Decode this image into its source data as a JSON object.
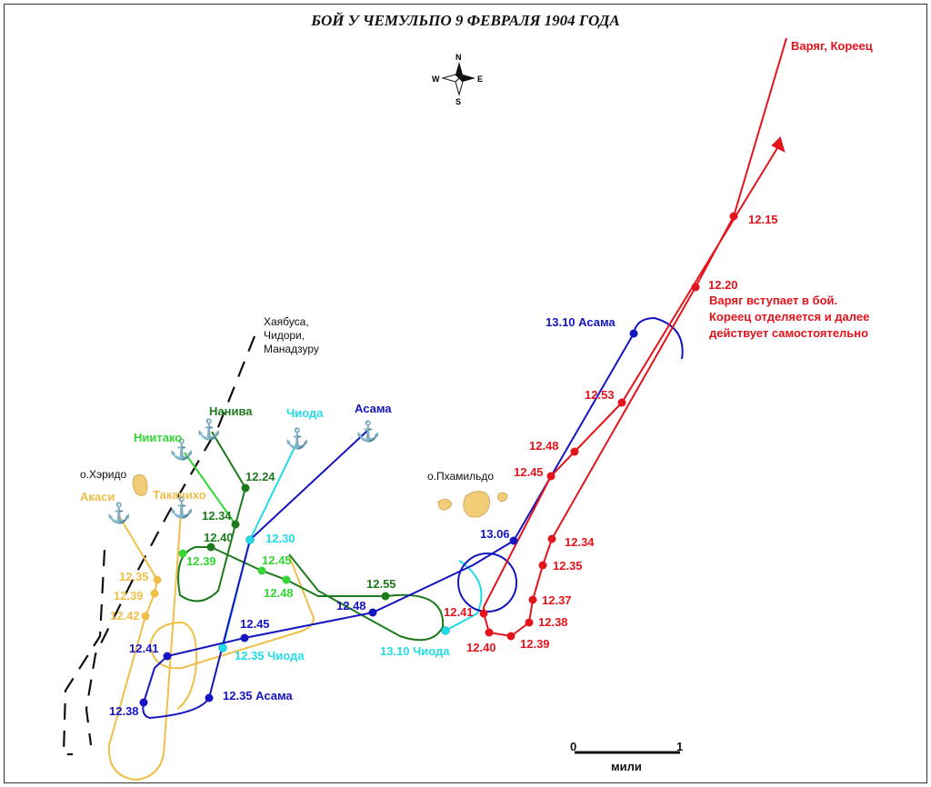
{
  "title": "БОЙ У ЧЕМУЛЬПО 9 ФЕВРАЛЯ 1904 ГОДА",
  "compass": {
    "n": "N",
    "s": "S",
    "w": "W",
    "e": "E"
  },
  "scale": {
    "start": "0",
    "end": "1",
    "unit": "мили"
  },
  "colors": {
    "varyag": "#e4141c",
    "asama": "#1414c0",
    "naniwa": "#1d7a1d",
    "niitaka": "#33d633",
    "chiyoda": "#22dbe8",
    "akashi": "#efbf4a"
  },
  "islands": {
    "herido": "о.Хэридо",
    "phamildo": "о.Пхамильдо"
  },
  "ships": {
    "varyag_koreets": "Варяг, Кореец",
    "destroyers": [
      "Хаябуса,",
      "Чидори,",
      "Манадзуру"
    ],
    "naniwa": "Нанива",
    "chiyoda": "Чиода",
    "asama": "Асама",
    "niitaka": "Ниитако",
    "akashi": "Акаси",
    "takachiho": "Такачихо"
  },
  "note": [
    "Варяг вступает в бой.",
    "Кореец отделяется и далее",
    "действует самостоятельно"
  ],
  "red_times": [
    "12.15",
    "12.20",
    "12.53",
    "12.48",
    "12.45",
    "12.34",
    "12.35",
    "12.37",
    "12.38",
    "12.39",
    "12.40",
    "12.41"
  ],
  "blue_times": [
    "13.10 Асама",
    "13.06",
    "12.48",
    "12.45",
    "12.41",
    "12.38",
    "12.35 Асама"
  ],
  "cyan_times": [
    "12.30",
    "12.35 Чиода",
    "13.10 Чиода"
  ],
  "green_times": [
    "12.24",
    "12.34",
    "12.40",
    "12.55"
  ],
  "lightgreen_times": [
    "12.39",
    "12.45",
    "12.48"
  ],
  "orange_times": [
    "12.35",
    "12.39",
    "12.42"
  ]
}
